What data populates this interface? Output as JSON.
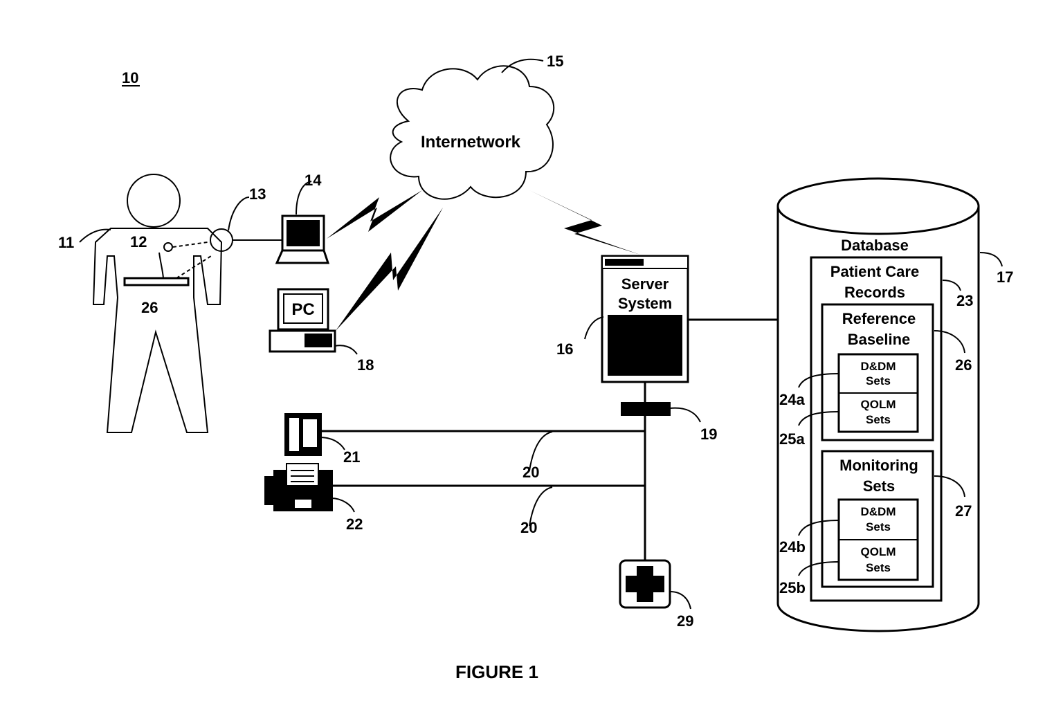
{
  "figure": {
    "system_ref": "10",
    "caption": "FIGURE 1"
  },
  "cloud": {
    "label": "Internetwork",
    "ref": "15"
  },
  "patient": {
    "ref_body": "11",
    "ref_sensor": "12",
    "ref_band": "26",
    "ref_device": "13"
  },
  "laptop": {
    "ref": "14"
  },
  "pc": {
    "label": "PC",
    "ref": "18"
  },
  "server": {
    "line1": "Server",
    "line2": "System",
    "ref": "16"
  },
  "network_hub": {
    "ref": "19"
  },
  "telephone": {
    "ref": "21"
  },
  "fax": {
    "ref": "22"
  },
  "links": {
    "ref_top": "20",
    "ref_bottom": "20"
  },
  "medical": {
    "ref": "29"
  },
  "database": {
    "label": "Database",
    "ref": "17",
    "records": {
      "line1": "Patient Care",
      "line2": "Records",
      "ref": "23"
    },
    "baseline": {
      "line1": "Reference",
      "line2": "Baseline",
      "ref": "26",
      "dsdm": {
        "line1": "D&DM",
        "line2": "Sets",
        "ref": "24a"
      },
      "qolm": {
        "line1": "QOLM",
        "line2": "Sets",
        "ref": "25a"
      }
    },
    "monitoring": {
      "line1": "Monitoring",
      "line2": "Sets",
      "ref": "27",
      "dsdm": {
        "line1": "D&DM",
        "line2": "Sets",
        "ref": "24b"
      },
      "qolm": {
        "line1": "QOLM",
        "line2": "Sets",
        "ref": "25b"
      }
    }
  }
}
